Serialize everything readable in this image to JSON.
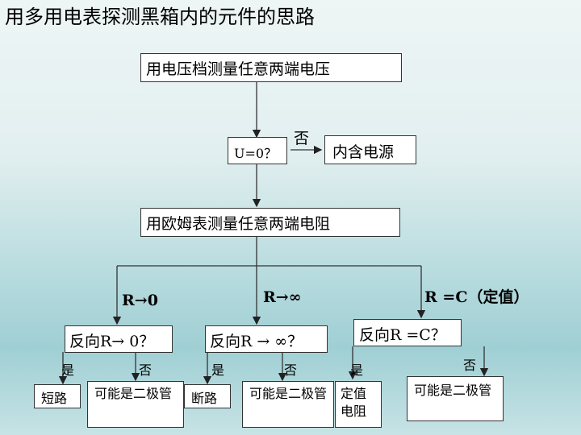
{
  "title": "用多用电表探测黑箱内的元件的思路",
  "nodes": {
    "step1": "用电压档测量任意两端电压",
    "u0": "U=0？",
    "no_label": "否",
    "power": "内含电源",
    "step2": "用欧姆表测量任意两端电阻",
    "branch_r0": "R→0",
    "branch_rinf": "R→∞",
    "branch_rc": "R =C（定值）",
    "rev_r0": "反向R→ 0？",
    "rev_rinf": "反向R → ∞？",
    "rev_rc": "反向R =C？",
    "yes": "是",
    "no": "否",
    "short": "短路",
    "diode1": "可能是二极管",
    "open": "断路",
    "diode2": "可能是二极管",
    "fixed": "定值电阻",
    "diode3": "可能是二极管"
  }
}
